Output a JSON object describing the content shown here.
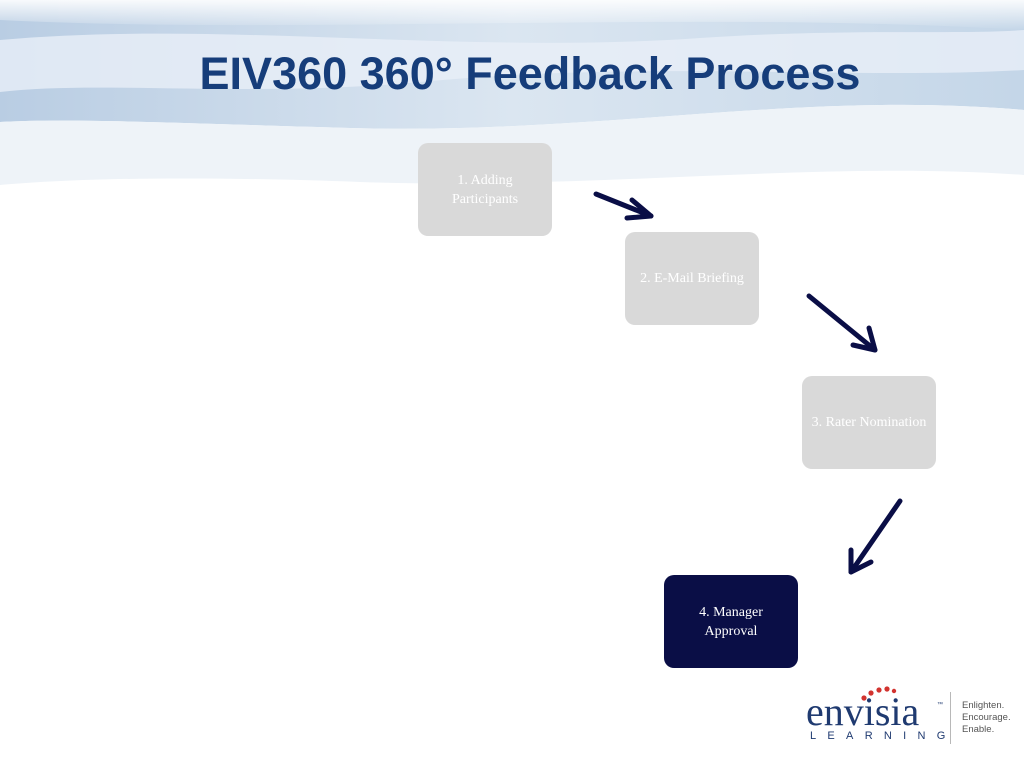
{
  "slide": {
    "title": "EIV360 360° Feedback Process"
  },
  "steps": [
    {
      "label": "1. Adding Participants",
      "state": "inactive"
    },
    {
      "label": "2. E-Mail Briefing",
      "state": "inactive"
    },
    {
      "label": "3. Rater Nomination",
      "state": "inactive"
    },
    {
      "label": "4. Manager Approval",
      "state": "active"
    }
  ],
  "logo": {
    "wordmark": "envisia",
    "trademark": "™",
    "subtitle": "LEARNING",
    "tagline": [
      "Enlighten.",
      "Encourage.",
      "Enable."
    ]
  },
  "colors": {
    "title": "#163d7a",
    "inactive_step": "#d9d9d9",
    "active_step": "#0a0e46",
    "arrow": "#0a0e46",
    "logo_dots": "#d2332f"
  }
}
